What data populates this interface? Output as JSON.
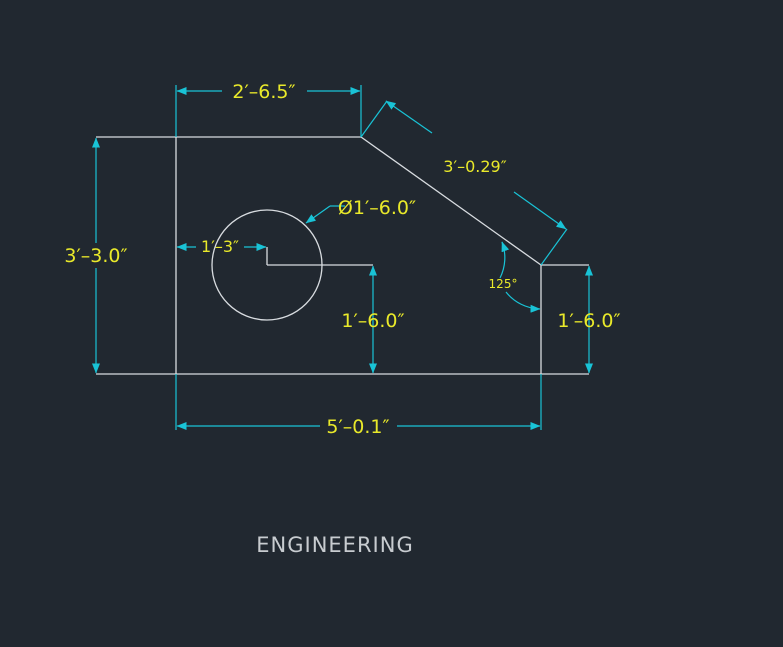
{
  "colors": {
    "background": "#212830",
    "geometry": "#d8dce0",
    "dimension_line": "#19c3d6",
    "dimension_text": "#e9e92a",
    "caption": "#c8ccd0"
  },
  "dimensions": {
    "top_width": "2′–6.5″",
    "slant_length": "3′–0.29″",
    "hole_diameter": "Ø1′–6.0″",
    "hole_offset": "1′–3″",
    "overall_height": "3′–3.0″",
    "hole_height": "1′–6.0″",
    "right_height": "1′–6.0″",
    "overall_width": "5′–0.1″",
    "angle": "125°"
  },
  "caption": "ENGINEERING"
}
